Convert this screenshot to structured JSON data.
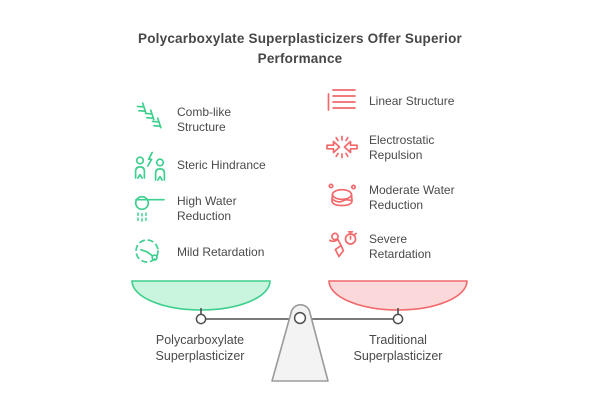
{
  "title": "Polycarboxylate Superplasticizers Offer Superior\nPerformance",
  "colors": {
    "green": "#3ECF8E",
    "green_fill": "#C9F4DD",
    "red": "#F1696B",
    "red_fill": "#FBD8D9",
    "ink": "#4A4A4A",
    "beam": "#4F4F4F",
    "fulcrum_fill": "#F3F3F3",
    "fulcrum_stroke": "#9B9B9B"
  },
  "left_column": {
    "theme": "green",
    "items": [
      {
        "icon": "comb-icon",
        "label": "Comb-like\nStructure"
      },
      {
        "icon": "people-lightning-icon",
        "label": "Steric Hindrance"
      },
      {
        "icon": "water-reduction-icon",
        "label": "High Water\nReduction"
      },
      {
        "icon": "dashed-clock-icon",
        "label": "Mild Retardation"
      }
    ]
  },
  "right_column": {
    "theme": "red",
    "items": [
      {
        "icon": "linear-lines-icon",
        "label": "Linear Structure"
      },
      {
        "icon": "arrows-collide-icon",
        "label": "Electrostatic\nRepulsion"
      },
      {
        "icon": "sponge-bubbles-icon",
        "label": "Moderate Water\nReduction"
      },
      {
        "icon": "runner-stopwatch-icon",
        "label": "Severe\nRetardation"
      }
    ]
  },
  "scale": {
    "left_pan_label": "Polycarboxylate\nSuperplasticizer",
    "right_pan_label": "Traditional\nSuperplasticizer"
  }
}
